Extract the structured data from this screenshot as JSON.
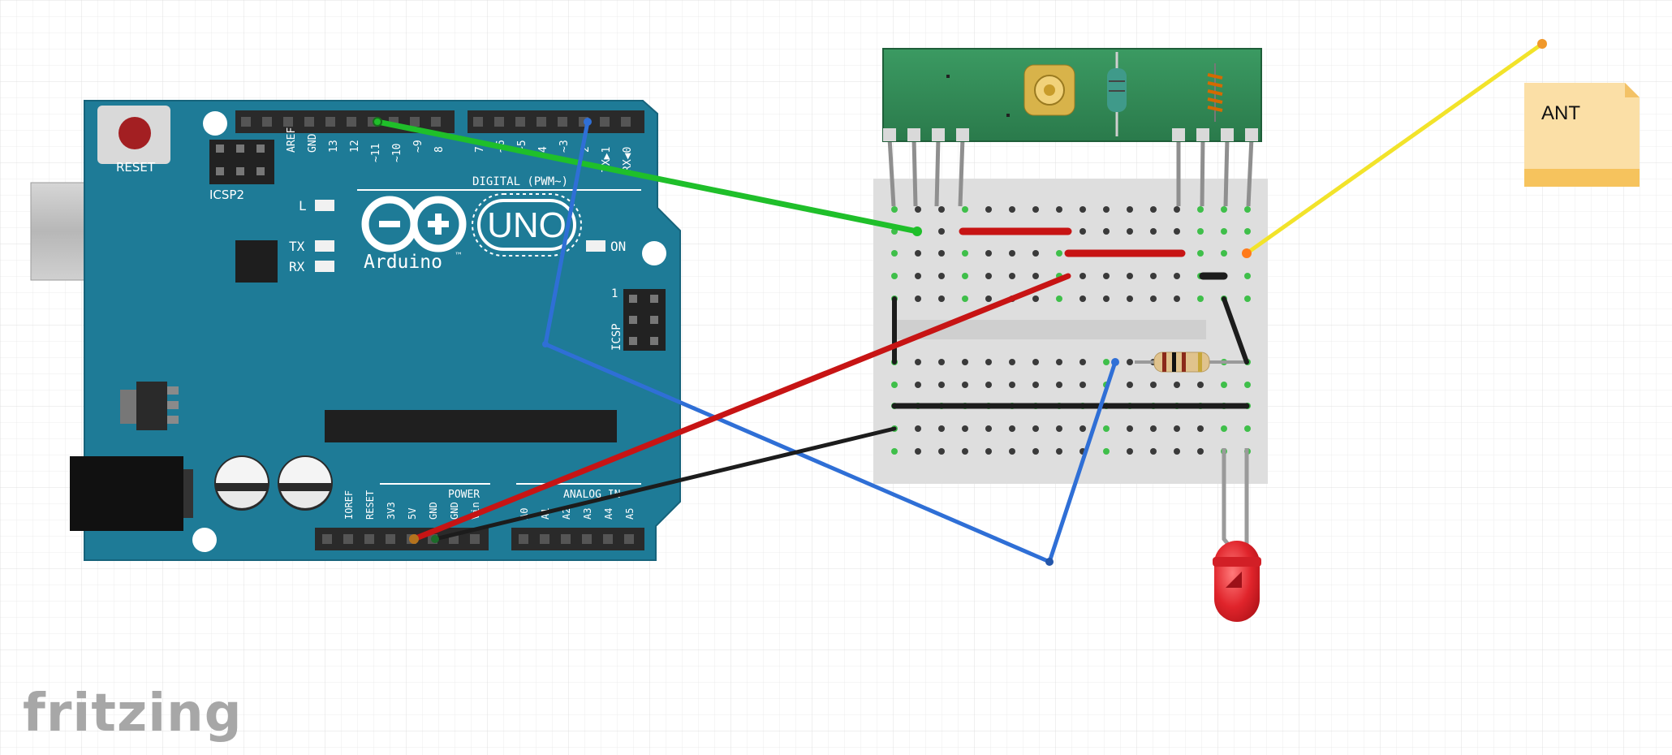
{
  "colors": {
    "grid": "#e9e9e9",
    "grid_major": "#dcdcdc",
    "board": "#1d7a96",
    "board_dark": "#135a70",
    "header": "#2b2b2b",
    "breadboard": "#dddddd",
    "module_pcb": "#2f8a56",
    "wire_green": "#1fbf2a",
    "wire_blue": "#2f6fd6",
    "wire_red": "#c71414",
    "wire_black": "#1c1c1c",
    "wire_yellow": "#f2e32a",
    "note": "#fbdfa6",
    "led": "#e0242b"
  },
  "arduino": {
    "reset_label": "RESET",
    "icsp2_label": "ICSP2",
    "icsp_label": "ICSP",
    "icsp_pin1": "1",
    "aref": "AREF",
    "gnd_top": "GND",
    "pin13": "13",
    "pin12": "12",
    "pin11": "~11",
    "pin10": "~10",
    "pin9": "~9",
    "pin8": "8",
    "pin7": "7",
    "pin6": "~6",
    "pin5": "~5",
    "pin4": "4",
    "pin3": "~3",
    "pin2": "2",
    "tx1": "TX▶1",
    "rx0": "RX◀0",
    "digital_label": "DIGITAL (PWM~)",
    "led_l": "L",
    "led_tx": "TX",
    "led_rx": "RX",
    "on_label": "ON",
    "brand": "Arduino",
    "tm": "™",
    "uno": "UNO",
    "ioref": "IOREF",
    "reset_pin": "RESET",
    "v33": "3V3",
    "v5": "5V",
    "gnd1": "GND",
    "gnd2": "GND",
    "vin": "Vin",
    "power_label": "POWER",
    "analog_label": "ANALOG IN",
    "a0": "A0",
    "a1": "A1",
    "a2": "A2",
    "a3": "A3",
    "a4": "A4",
    "a5": "A5"
  },
  "note": {
    "text": "ANT"
  },
  "watermark": {
    "text": "fritzing"
  }
}
